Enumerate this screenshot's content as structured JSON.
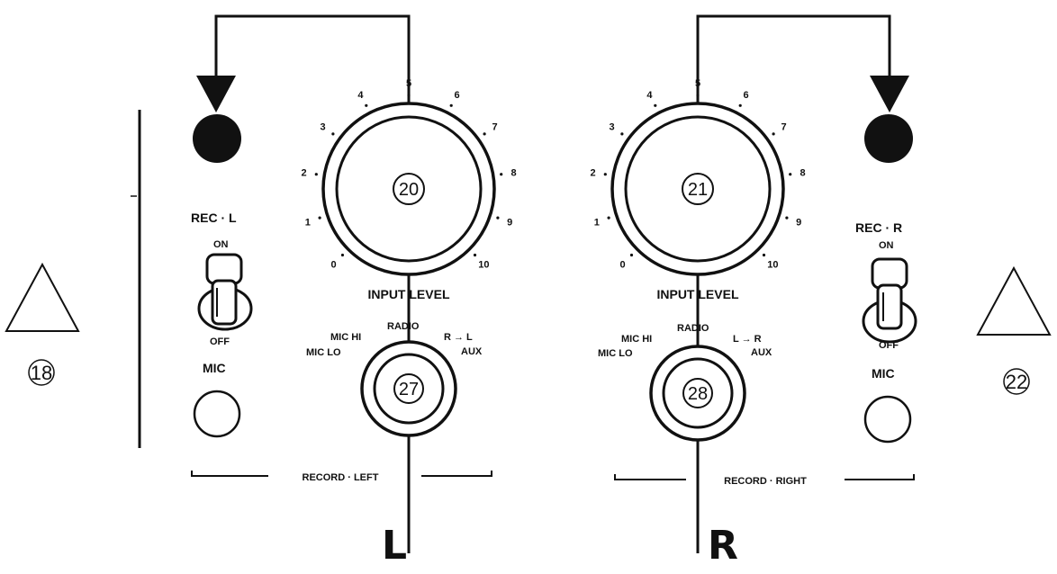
{
  "left": {
    "rec_label": "REC · L",
    "switch_on": "ON",
    "switch_off": "OFF",
    "mic_label": "MIC",
    "knob_number": "20",
    "input_level": "INPUT LEVEL",
    "selector_number": "27",
    "selector_labels": {
      "mic_hi": "MIC HI",
      "mic_lo": "MIC LO",
      "radio": "RADIO",
      "stereo": "R → L",
      "aux": "AUX"
    },
    "group_label": "RECORD · LEFT",
    "channel_letter": "L",
    "callout": "18"
  },
  "right": {
    "rec_label": "REC · R",
    "switch_on": "ON",
    "switch_off": "OFF",
    "mic_label": "MIC",
    "knob_number": "21",
    "input_level": "INPUT LEVEL",
    "selector_number": "28",
    "selector_labels": {
      "mic_hi": "MIC HI",
      "mic_lo": "MIC LO",
      "radio": "RADIO",
      "stereo": "L → R",
      "aux": "AUX"
    },
    "group_label": "RECORD · RIGHT",
    "channel_letter": "R",
    "callout": "22"
  },
  "scale": [
    "0",
    "1",
    "2",
    "3",
    "4",
    "5",
    "6",
    "7",
    "8",
    "9",
    "10"
  ]
}
